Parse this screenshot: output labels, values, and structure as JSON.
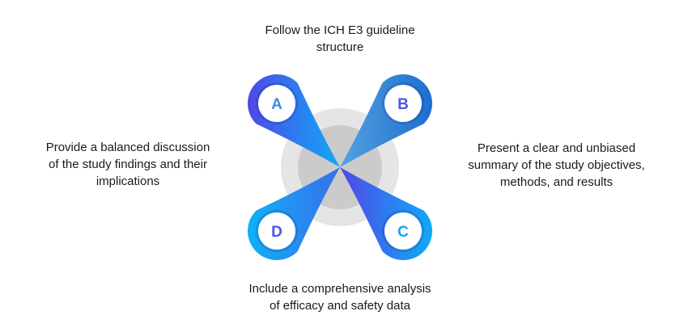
{
  "items": [
    {
      "letter": "A",
      "lines": [
        "Follow the ICH E3 guideline",
        "structure"
      ],
      "gradient": [
        "#5048e6",
        "#10aaf6"
      ],
      "letter_color": "#3a8fe0"
    },
    {
      "letter": "B",
      "lines": [
        "Present a clear and unbiased",
        "summary of the study objectives,",
        "methods, and results"
      ],
      "gradient": [
        "#52a2e0",
        "#1e6dcf"
      ],
      "letter_color": "#4a55ea"
    },
    {
      "letter": "C",
      "lines": [
        "Include a comprehensive analysis",
        "of efficacy and safety data"
      ],
      "gradient": [
        "#5048e6",
        "#10aaf6"
      ],
      "letter_color": "#18a4f2"
    },
    {
      "letter": "D",
      "lines": [
        "Provide a balanced discussion",
        "of the study findings and their",
        "implications"
      ],
      "gradient": [
        "#10b0f8",
        "#3a6ee8"
      ],
      "letter_color": "#4a55ea"
    }
  ],
  "colors": {
    "outer_ring": "#e5e5e5",
    "inner_ring": "#cbcbcb"
  }
}
